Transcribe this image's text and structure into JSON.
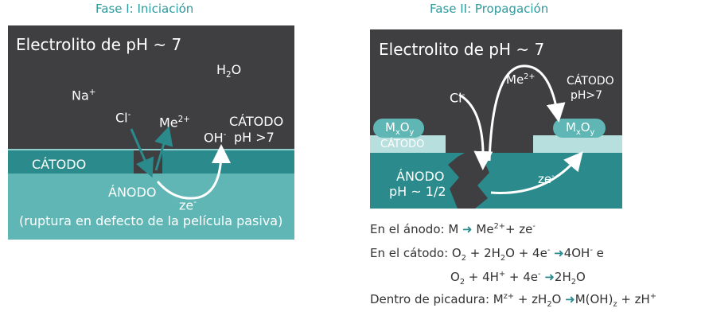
{
  "phase1": {
    "title": "Fase I: Iniciación",
    "electrolyte": "Electrolito de pH ~ 7",
    "h2o": {
      "base": "H",
      "sub": "2",
      "rest": "O"
    },
    "na": {
      "base": "Na",
      "sup": "+"
    },
    "cl": {
      "base": "Cl",
      "sup": "-"
    },
    "me": {
      "base": "Me",
      "sup": "2+"
    },
    "oh": {
      "base": "OH",
      "sup": "-"
    },
    "cathode_right": "CÁTODO",
    "ph_right": "pH >7",
    "cathode_left": "CÁTODO",
    "anode": "ÁNODO",
    "ze": {
      "base": "ze",
      "sup": "-"
    },
    "caption": "(ruptura en defecto de la película pasiva)"
  },
  "phase2": {
    "title": "Fase II: Propagación",
    "electrolyte": "Electrolito de pH ~ 7",
    "cl": {
      "base": "Cl",
      "sup": "-"
    },
    "me": {
      "base": "Me",
      "sup": "2+"
    },
    "cathode_label": "CÁTODO",
    "ph_label": "pH>7",
    "oxide_left": {
      "m": "M",
      "x": "x",
      "o": "O",
      "y": "y"
    },
    "oxide_right": {
      "m": "M",
      "x": "x",
      "o": "O",
      "y": "y"
    },
    "cathode_left": "CÁTODO",
    "anode": "ÁNODO",
    "anode_ph": "pH ~ 1/2",
    "ze": {
      "base": "ze",
      "sup": "-"
    }
  },
  "equations": {
    "anode_prefix": "En el ánodo: M",
    "anode_product": "Me",
    "anode_product_sup": "2+",
    "anode_plus": "+ ze",
    "anode_e_sup": "-",
    "cathode_prefix": "En el cátodo: O",
    "cathode_sub1": "2",
    "cathode_mid": " + 2H",
    "cathode_sub2": "2",
    "cathode_mid2": "O + 4e",
    "cathode_e_sup": "-",
    "cathode_result": "4OH",
    "cathode_result_sup": "-",
    "cathode_e_word": " e",
    "second_o": "O",
    "second_sub": "2",
    "second_mid": " + 4H",
    "second_h_sup": "+",
    "second_mid2": " + 4e",
    "second_e_sup": "-",
    "second_result": "2H",
    "second_result_sub": "2",
    "second_result_rest": "O",
    "pit_prefix": "Dentro de picadura: M",
    "pit_m_sup": "z+",
    "pit_mid": " + zH",
    "pit_sub": "2",
    "pit_mid2": "O",
    "pit_result": "M(OH)",
    "pit_result_sub": "z",
    "pit_end": " + zH",
    "pit_end_sup": "+"
  },
  "colors": {
    "electrolyte": "#3f3f41",
    "metal": "#2b8b8c",
    "metal_light": "#5fb6b5",
    "oxide": "#b6dfdd",
    "teal_text": "#2f9a9b",
    "arrow": "#2b8b8c"
  }
}
